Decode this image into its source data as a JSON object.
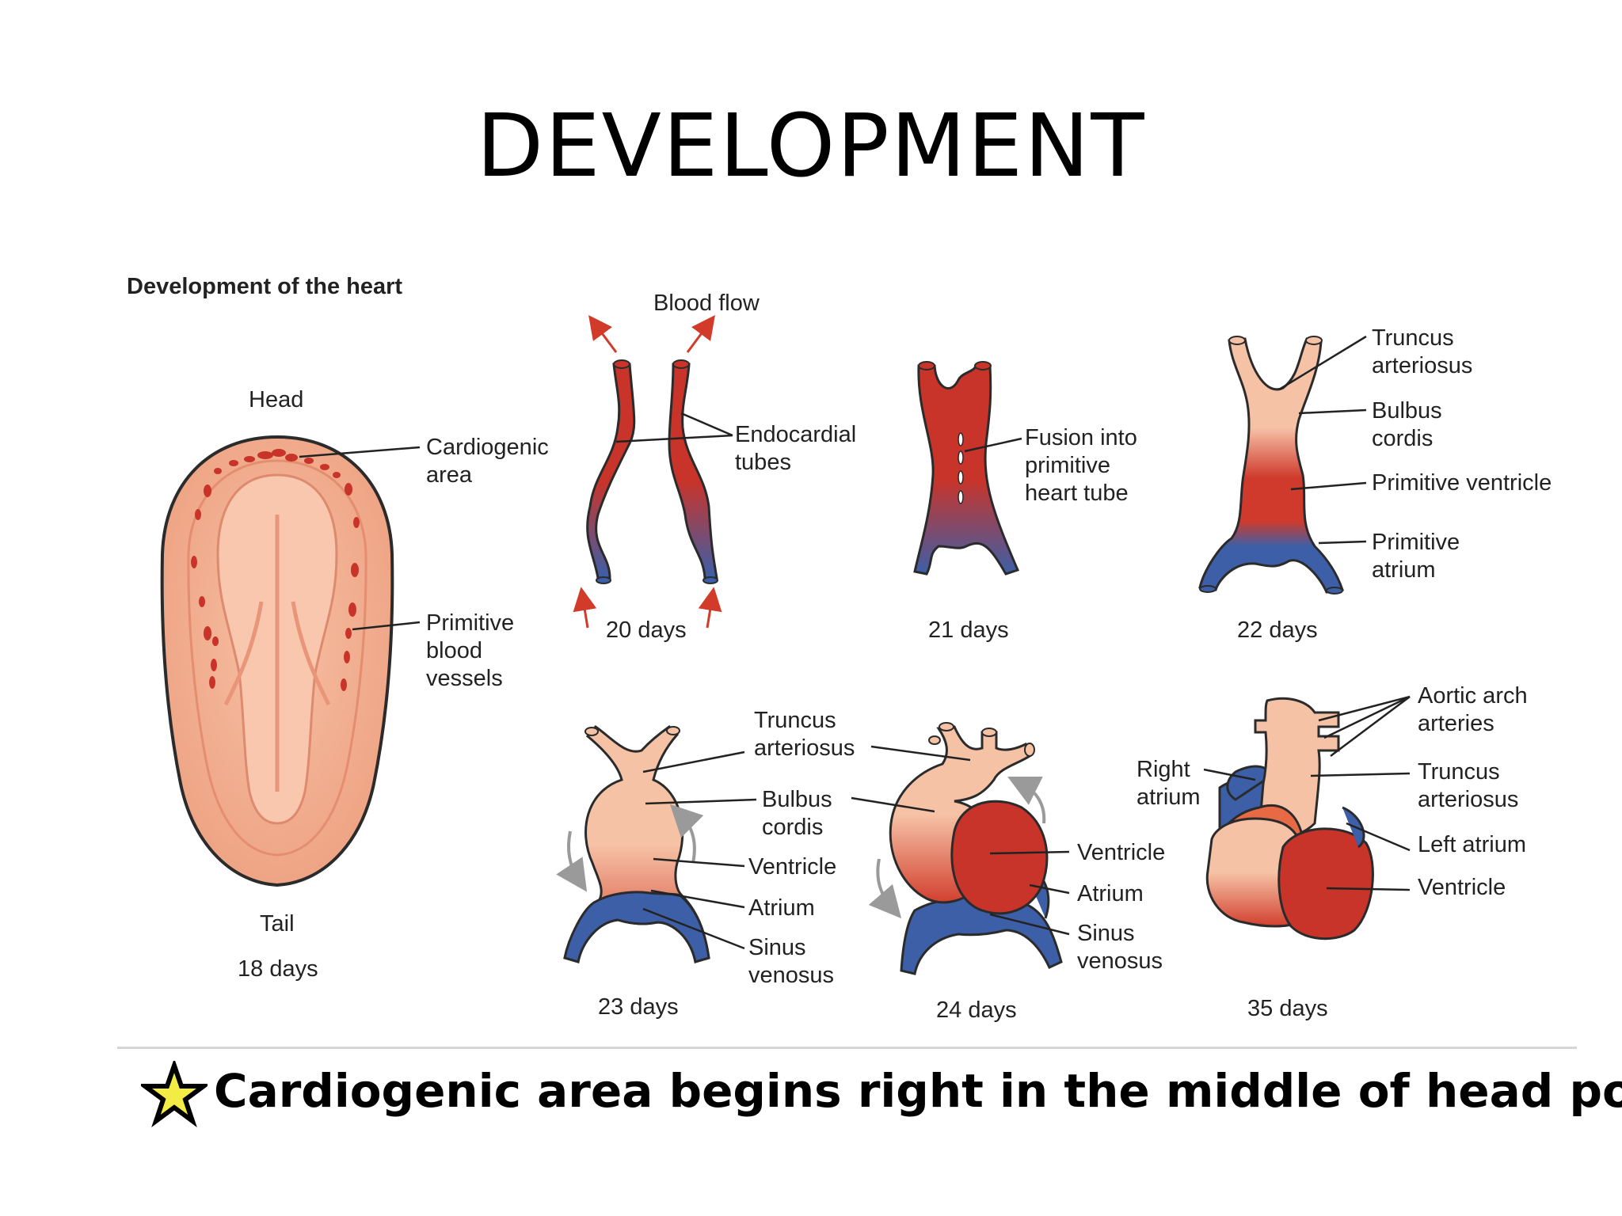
{
  "slide": {
    "title": "DEVELOPMENT",
    "footer_text": "Cardiogenic area begins  right in the middle of head pole"
  },
  "figure": {
    "heading": "Development of the heart",
    "colors": {
      "skin": "#f2a98a",
      "red": "#c8342a",
      "blue": "#3c5fa8",
      "outline": "#2b2b2b",
      "arrow": "#d23a2a"
    },
    "labels": {
      "head": "Head",
      "tail": "Tail",
      "cardiogenic_area": "Cardiogenic\narea",
      "primitive_blood_vessels": "Primitive\nblood\nvessels",
      "blood_flow": "Blood flow",
      "endocardial_tubes": "Endocardial\ntubes",
      "fusion": "Fusion into\nprimitive\nheart tube",
      "d22_truncus": "Truncus\narteriosus",
      "d22_bulbus": "Bulbus\ncordis",
      "d22_ventricle": "Primitive ventricle",
      "d22_atrium": "Primitive\natrium",
      "d23_truncus": "Truncus\narteriosus",
      "d23_bulbus": "Bulbus\ncordis",
      "d23_ventricle": "Ventricle",
      "d23_atrium": "Atrium",
      "d23_sinus": "Sinus\nvenosus",
      "d24_ventricle": "Ventricle",
      "d24_atrium": "Atrium",
      "d24_sinus": "Sinus\nvenosus",
      "d35_aortic": "Aortic arch\narteries",
      "d35_right_atrium": "Right\natrium",
      "d35_truncus": "Truncus\narteriosus",
      "d35_left_atrium": "Left atrium",
      "d35_ventricle": "Ventricle"
    },
    "stages": {
      "d18": "18 days",
      "d20": "20 days",
      "d21": "21 days",
      "d22": "22 days",
      "d23": "23 days",
      "d24": "24 days",
      "d35": "35 days"
    }
  }
}
